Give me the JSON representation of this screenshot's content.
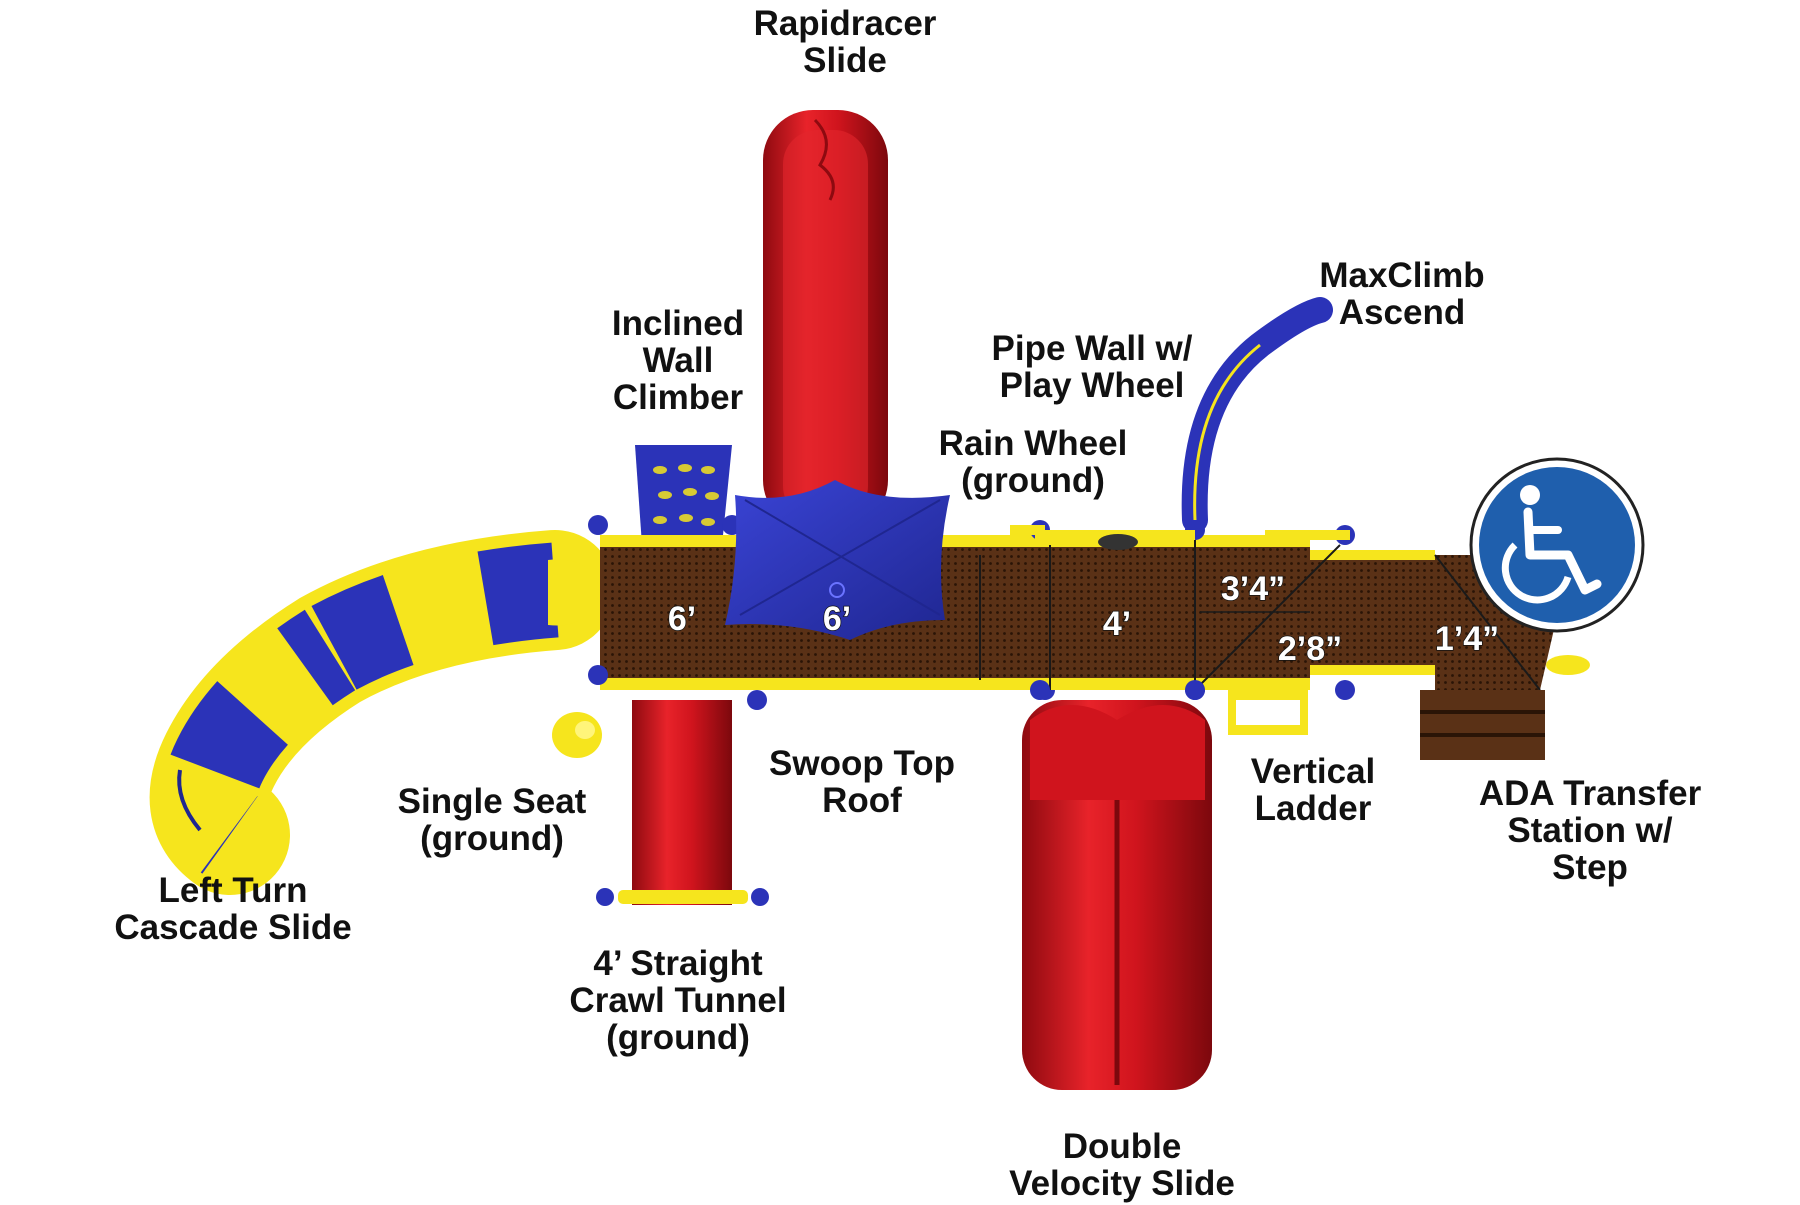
{
  "colors": {
    "red": "#d0141d",
    "blue": "#2b33b8",
    "yellow": "#f6e51d",
    "brown": "#5a3116",
    "ada_blue": "#1f5fad"
  },
  "labels": {
    "rapidracer": [
      "Rapidracer",
      "Slide"
    ],
    "inclined_wall": [
      "Inclined",
      "Wall",
      "Climber"
    ],
    "pipe_wall": [
      "Pipe Wall w/",
      "Play Wheel"
    ],
    "maxclimb": [
      "MaxClimb",
      "Ascend"
    ],
    "rain_wheel": [
      "Rain Wheel",
      "(ground)"
    ],
    "single_seat": [
      "Single Seat",
      "(ground)"
    ],
    "swoop_roof": [
      "Swoop Top",
      "Roof"
    ],
    "left_turn": [
      "Left Turn",
      "Cascade Slide"
    ],
    "crawl_tunnel": [
      "4’ Straight",
      "Crawl Tunnel",
      "(ground)"
    ],
    "double_velocity": [
      "Double",
      "Velocity Slide"
    ],
    "vertical_ladder": [
      "Vertical",
      "Ladder"
    ],
    "ada_transfer": [
      "ADA Transfer",
      "Station w/",
      "Step"
    ]
  },
  "deck_heights": [
    "6’",
    "6’",
    "4’",
    "3’4”",
    "2’8”",
    "1’4”"
  ],
  "icons": {
    "accessibility": "wheelchair-icon"
  }
}
